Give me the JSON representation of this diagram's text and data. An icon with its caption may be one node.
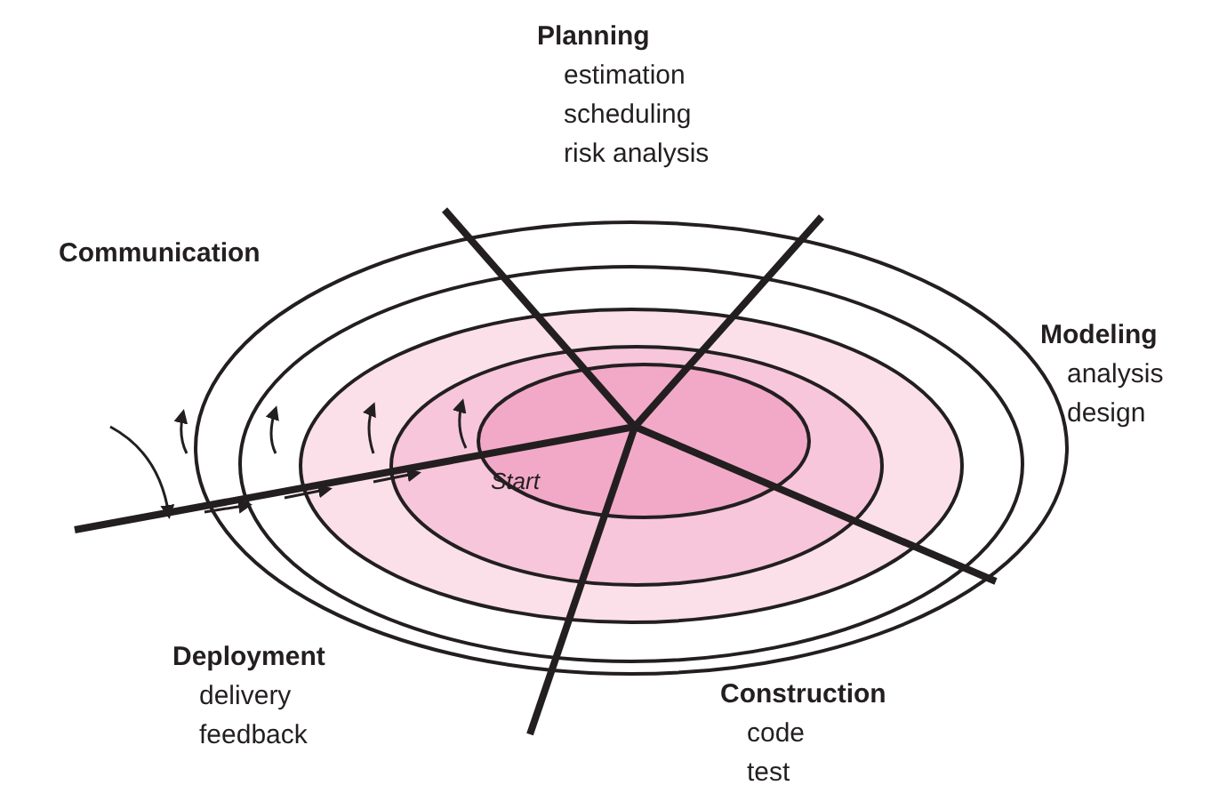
{
  "diagram": {
    "nodes": [
      {
        "text": [
          "Planning",
          "estimation",
          "scheduling",
          "risk analysis"
        ]
      },
      {
        "text": [
          "Communication"
        ]
      },
      {
        "text": [
          "Modeling",
          "analysis",
          "design"
        ]
      },
      {
        "text": [
          "Deployment",
          "delivery",
          "feedback"
        ]
      },
      {
        "text": [
          "Construction",
          "code",
          "test"
        ]
      }
    ],
    "labels": [
      "Start"
    ]
  }
}
